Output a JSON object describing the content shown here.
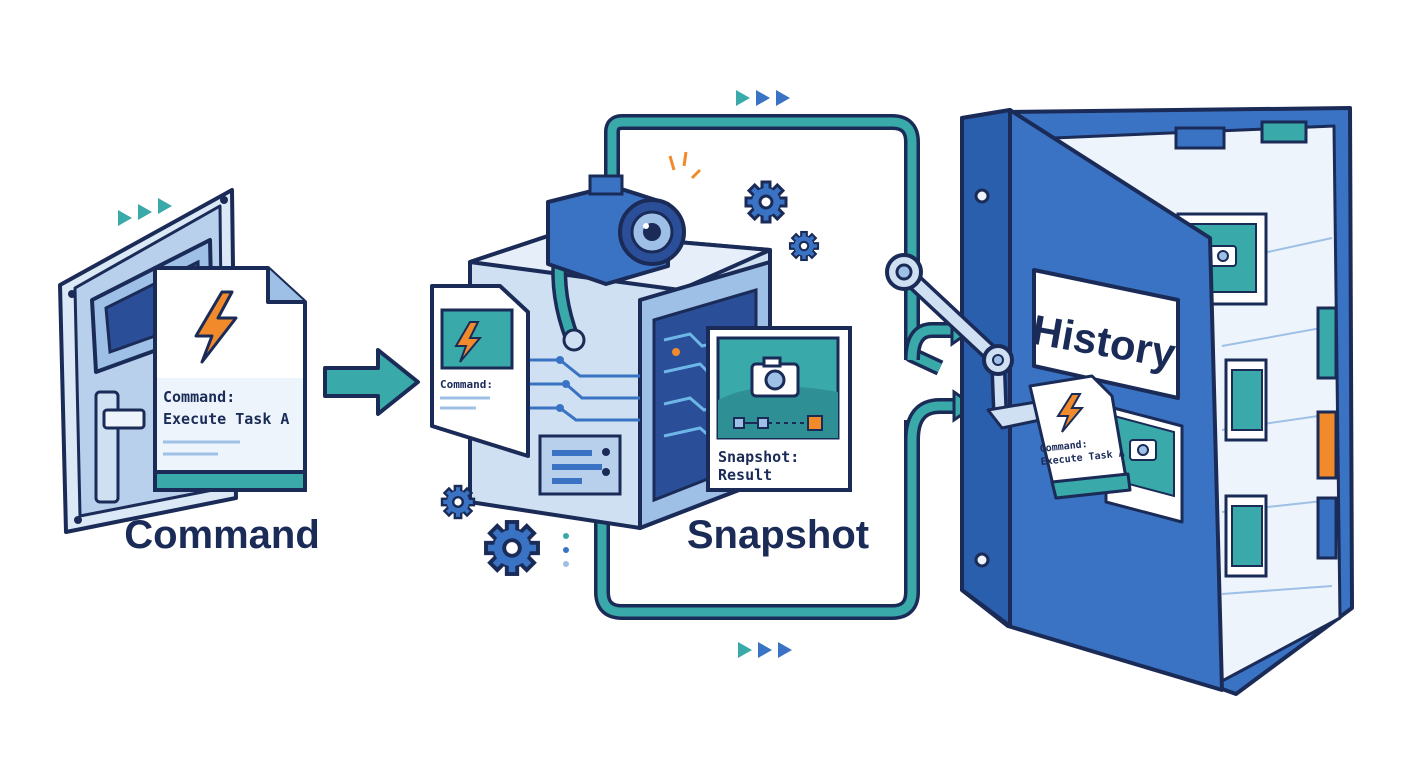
{
  "labels": {
    "command": "Command",
    "snapshot": "Snapshot",
    "history": "History"
  },
  "documents": {
    "command_doc_line1": "Command:",
    "command_doc_line2": "Execute Task A",
    "machine_doc": "Command:",
    "snapshot_line1": "Snapshot:",
    "snapshot_line2": "Result",
    "binder_doc_line1": "Command:",
    "binder_doc_line2": "Execute Task A"
  },
  "icons": {
    "lightning": "lightning-icon",
    "camera": "camera-icon",
    "gear": "gear-icon",
    "play_arrows": "triple-chevron-icon"
  },
  "colors": {
    "outline": "#1b2b57",
    "blue": "#3a73c4",
    "light_blue": "#dbe8f6",
    "teal": "#3aa9a9",
    "orange": "#f08a2a"
  }
}
